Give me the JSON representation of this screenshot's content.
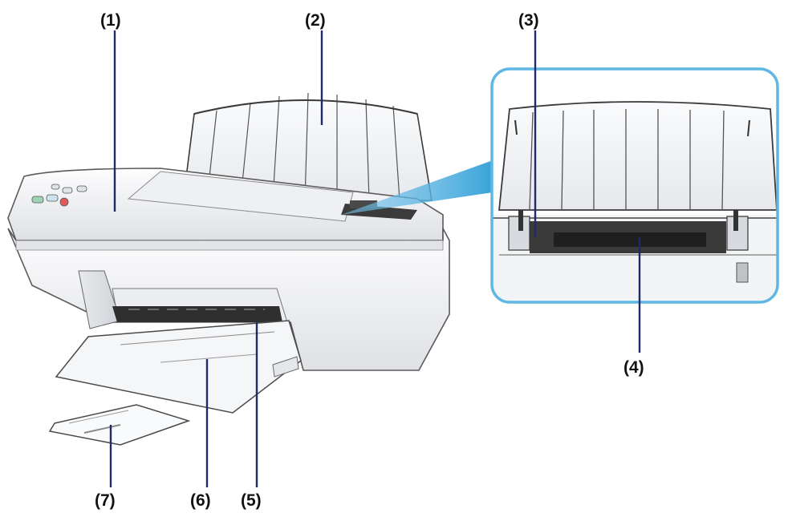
{
  "callouts": {
    "c1": "(1)",
    "c2": "(2)",
    "c3": "(3)",
    "c4": "(4)",
    "c5": "(5)",
    "c6": "(6)",
    "c7": "(7)"
  },
  "colors": {
    "leader_line": "#1f2a6b",
    "zoom_frame": "#5fb8e4",
    "zoom_wedge": "#3ba3d8",
    "printer_body": "#f4f5f7",
    "printer_shadow": "#c9ccd1",
    "paper_support": "#f7f8fa",
    "slot_dark": "#2f2f2f"
  }
}
